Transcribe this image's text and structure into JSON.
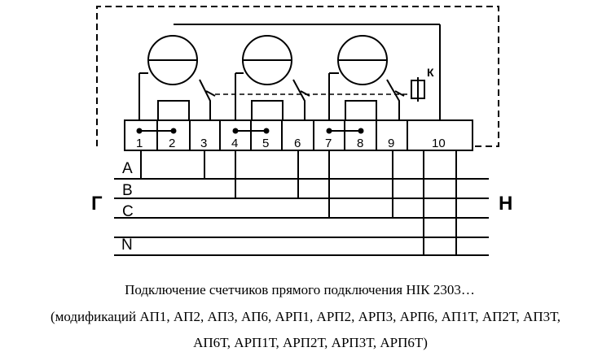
{
  "diagram": {
    "terminals": [
      "1",
      "2",
      "3",
      "4",
      "5",
      "6",
      "7",
      "8",
      "9",
      "10"
    ],
    "phases": [
      "A",
      "B",
      "C",
      "N"
    ],
    "source_label": "Г",
    "load_label": "Н",
    "relay_label": "К"
  },
  "caption": {
    "line1": "Подключение счетчиков прямого подключения НІК 2303…",
    "line2": "(модификаций АП1, АП2, АП3, АП6, АРП1, АРП2, АРП3, АРП6, АП1Т, АП2Т, АП3Т,",
    "line3": "АП6Т, АРП1Т, АРП2Т, АРП3Т, АРП6Т)"
  }
}
